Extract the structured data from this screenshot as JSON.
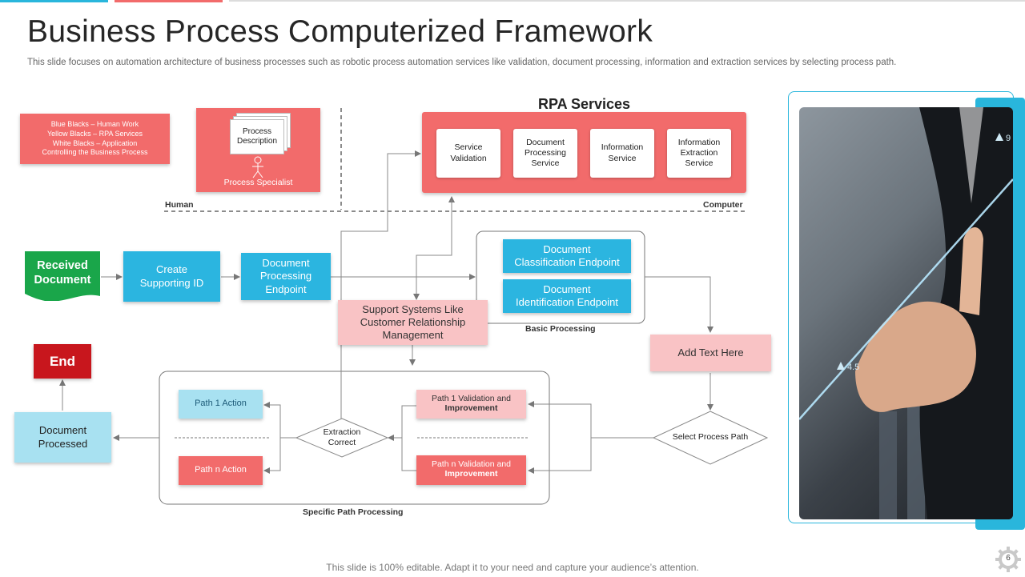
{
  "slide": {
    "title": "Business Process Computerized Framework",
    "subtitle": "This slide focuses on automation architecture of business processes such as robotic process automation services like validation, document processing, information and extraction services by selecting process path.",
    "footer": "This slide is 100% editable. Adapt it to your need and capture your audience’s attention.",
    "page_number": "6"
  },
  "legend": {
    "lines": "Blue Blacks – Human Work\nYellow Blacks – RPA Services\nWhite Blacks – Application\nControlling the Business Process"
  },
  "process_specialist": {
    "doc_label": "Process\nDescription",
    "label": "Process Specialist"
  },
  "zones": {
    "human": "Human",
    "computer": "Computer"
  },
  "rpa": {
    "heading": "RPA Services",
    "services": [
      "Service\nValidation",
      "Document\nProcessing\nService",
      "Information\nService",
      "Information\nExtraction\nService"
    ]
  },
  "flow": {
    "received_document": "Received\nDocument",
    "create_supporting_id": "Create\nSupporting ID",
    "document_processing_endpoint": "Document\nProcessing\nEndpoint",
    "support_systems": "Support Systems Like\nCustomer Relationship\nManagement",
    "document_classification": "Document\nClassification Endpoint",
    "document_identification": "Document\nIdentification Endpoint",
    "basic_processing": "Basic Processing",
    "add_text": "Add Text Here",
    "select_process_path": "Select Process Path",
    "path1_validation_line1": "Path 1 Validation and",
    "path1_validation_line2": "Improvement",
    "pathn_validation_line1": "Path n Validation and",
    "pathn_validation_line2": "Improvement",
    "extraction_correct": "Extraction\nCorrect",
    "path1_action": "Path 1 Action",
    "pathn_action": "Path n Action",
    "specific_path_processing": "Specific Path Processing",
    "document_processed": "Document\nProcessed",
    "end": "End"
  },
  "photo": {
    "overlay_value_top": "9",
    "overlay_value_mid": "4.5"
  },
  "colors": {
    "red": "#f26b6b",
    "blue": "#2bb5e0",
    "pink": "#f9c3c5",
    "green": "#1aa64a",
    "dark_red": "#c8161d",
    "light_blue": "#a8e1f1",
    "accent_teal": "#29b6dc"
  }
}
